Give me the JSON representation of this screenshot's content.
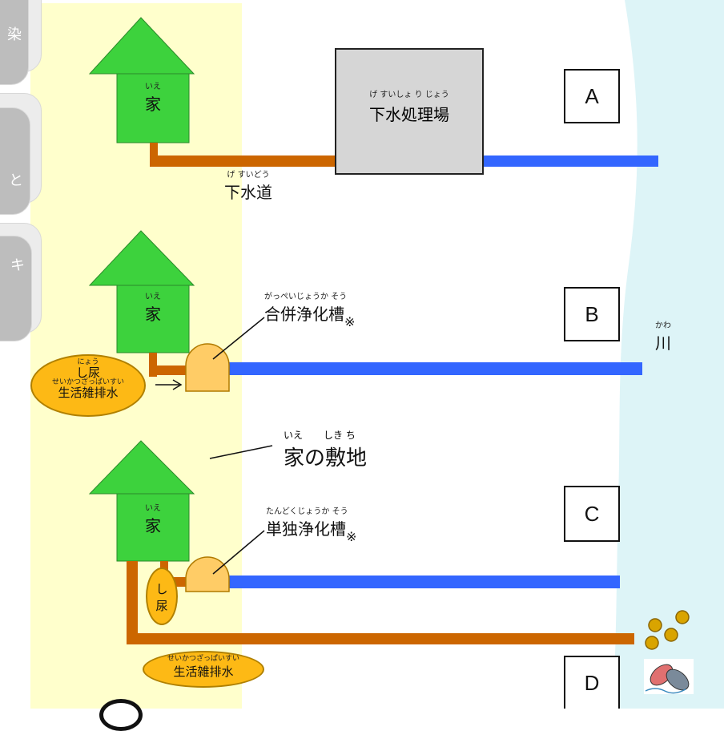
{
  "tabs": [
    "染",
    "と",
    "キ"
  ],
  "labels": {
    "a": "A",
    "b": "B",
    "c": "C",
    "d": "D"
  },
  "house": {
    "ruby": "いえ",
    "text": "家"
  },
  "sewage_plant": {
    "ruby": "げ すいしょ り じょう",
    "text": "下水処理場"
  },
  "sewer": {
    "ruby": "げ すいどう",
    "text": "下水道"
  },
  "combined_tank": {
    "ruby": "がっぺいじょうか そう",
    "text": "合併浄化槽",
    "mark": "※"
  },
  "single_tank": {
    "ruby": "たんどくじょうか そう",
    "text": "単独浄化槽",
    "mark": "※"
  },
  "river": {
    "ruby": "かわ",
    "text": "川"
  },
  "premises": {
    "ruby1": "いえ",
    "ruby2": "しき ち",
    "text": "家の敷地"
  },
  "nightsoil_ellipse": {
    "ruby1": "にょう",
    "line1": "し尿",
    "ruby2": "せいかつざっぱいすい",
    "line2": "生活雑排水"
  },
  "small_nightsoil": {
    "line1": "し",
    "line2": "尿"
  },
  "graywater_ellipse": {
    "ruby": "せいかつざっぱいすい",
    "text": "生活雑排水"
  },
  "colors": {
    "house": "#3dd23d",
    "yard": "#ffffcc",
    "river": "#ddf4f7",
    "brown_pipe": "#cc6600",
    "blue_pipe": "#3366ff",
    "tank": "#ffcc66",
    "ellipse": "#fdb915",
    "plant": "#d6d6d6"
  }
}
